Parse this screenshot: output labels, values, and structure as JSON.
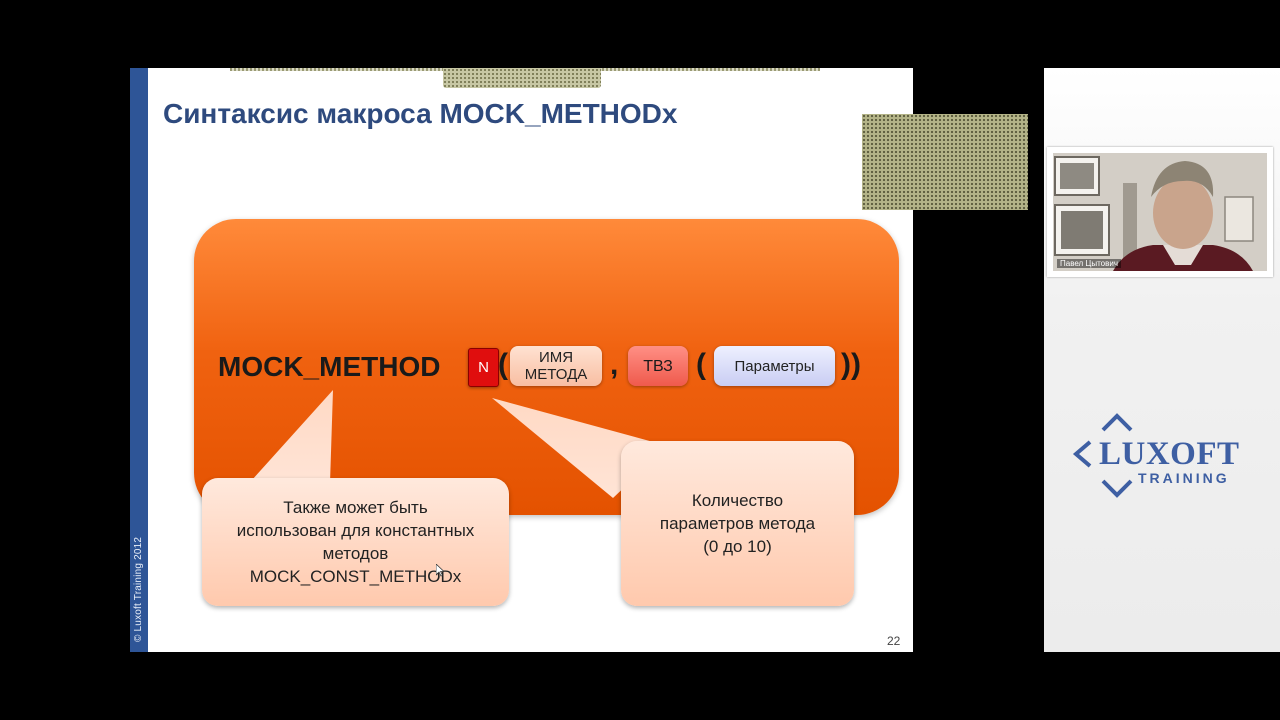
{
  "slide": {
    "title": "Синтаксис макроса MOCK_METHODx",
    "copyright": "© Luxoft Training 2012",
    "page_number": "22",
    "macro": {
      "name": "MOCK_METHOD",
      "n": "N",
      "open_paren": "(",
      "comma": ",",
      "inner_paren": "(",
      "close_parens": "))",
      "method_name_line1": "ИМЯ",
      "method_name_line2": "МЕТОДА",
      "tvz": "ТВЗ",
      "params": "Параметры"
    },
    "callout_left": {
      "line1": "Также может быть",
      "line2": "использован для константных",
      "line3": "методов",
      "line4": "MOCK_CONST_METHODx"
    },
    "callout_right": {
      "line1": "Количество",
      "line2": "параметров метода",
      "line3": "(0 до 10)"
    }
  },
  "webcam": {
    "participant_name": "Павел Цытович"
  },
  "logo": {
    "brand": "LUXOFT",
    "sub": "TRAINING",
    "color": "#3e5fa3"
  },
  "colors": {
    "slide_bar": "#2e5597",
    "title": "#2e4a7e",
    "orange": "#f06210",
    "n_box": "#e00e0e"
  }
}
